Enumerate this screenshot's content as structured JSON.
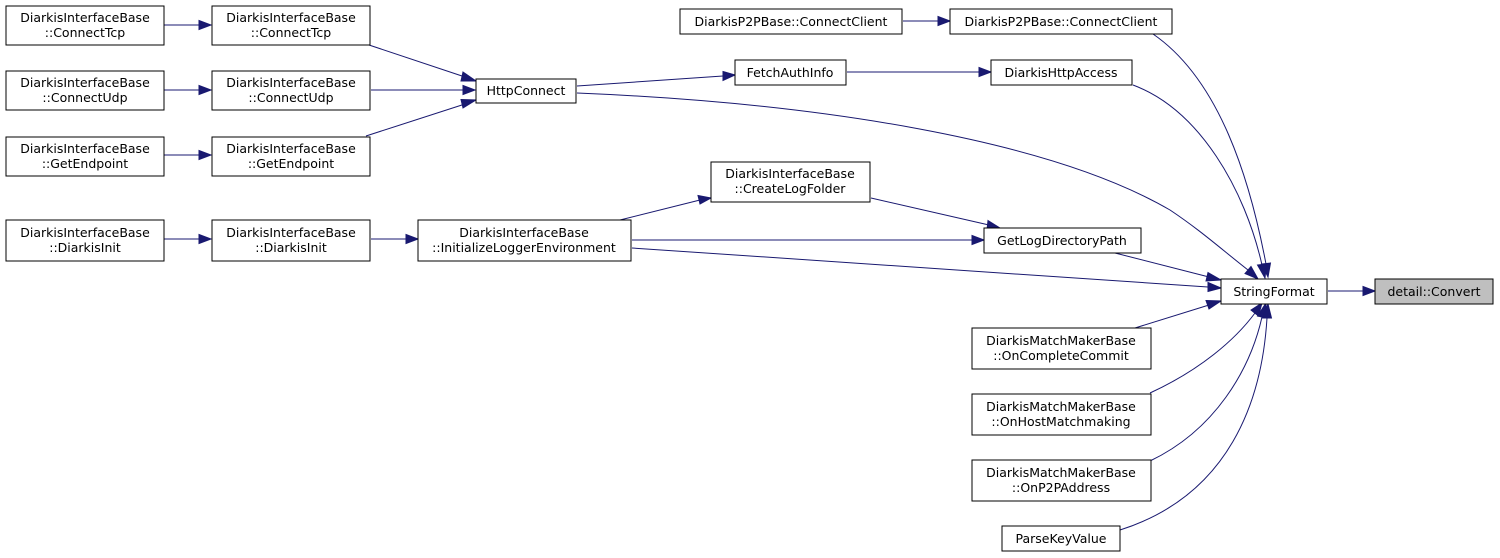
{
  "colors": {
    "edge": "#191970",
    "node_border": "#000000",
    "highlight_fill": "#bfbfbf"
  },
  "nodes": {
    "ifb_connect_tcp": {
      "line1": "DiarkisInterfaceBase",
      "line2": "::ConnectTcp"
    },
    "ifb_connect_tcp_2": {
      "line1": "DiarkisInterfaceBase",
      "line2": "::ConnectTcp"
    },
    "ifb_connect_udp": {
      "line1": "DiarkisInterfaceBase",
      "line2": "::ConnectUdp"
    },
    "ifb_connect_udp_2": {
      "line1": "DiarkisInterfaceBase",
      "line2": "::ConnectUdp"
    },
    "ifb_get_endpoint": {
      "line1": "DiarkisInterfaceBase",
      "line2": "::GetEndpoint"
    },
    "ifb_get_endpoint_2": {
      "line1": "DiarkisInterfaceBase",
      "line2": "::GetEndpoint"
    },
    "ifb_diarkis_init": {
      "line1": "DiarkisInterfaceBase",
      "line2": "::DiarkisInit"
    },
    "ifb_diarkis_init_2": {
      "line1": "DiarkisInterfaceBase",
      "line2": "::DiarkisInit"
    },
    "http_connect": {
      "label": "HttpConnect"
    },
    "ifb_init_logger": {
      "line1": "DiarkisInterfaceBase",
      "line2": "::InitializeLoggerEnvironment"
    },
    "ifb_create_log_folder": {
      "line1": "DiarkisInterfaceBase",
      "line2": "::CreateLogFolder"
    },
    "fetch_auth_info": {
      "label": "FetchAuthInfo"
    },
    "p2p_connect_client": {
      "label": "DiarkisP2PBase::ConnectClient"
    },
    "p2p_connect_client_2": {
      "label": "DiarkisP2PBase::ConnectClient"
    },
    "diarkis_http_access": {
      "label": "DiarkisHttpAccess"
    },
    "get_log_directory_path": {
      "label": "GetLogDirectoryPath"
    },
    "mmb_on_complete_commit": {
      "line1": "DiarkisMatchMakerBase",
      "line2": "::OnCompleteCommit"
    },
    "mmb_on_host_matchmaking": {
      "line1": "DiarkisMatchMakerBase",
      "line2": "::OnHostMatchmaking"
    },
    "mmb_on_p2p_address": {
      "line1": "DiarkisMatchMakerBase",
      "line2": "::OnP2PAddress"
    },
    "parse_key_value": {
      "label": "ParseKeyValue"
    },
    "string_format": {
      "label": "StringFormat"
    },
    "detail_convert": {
      "label": "detail::Convert"
    }
  }
}
